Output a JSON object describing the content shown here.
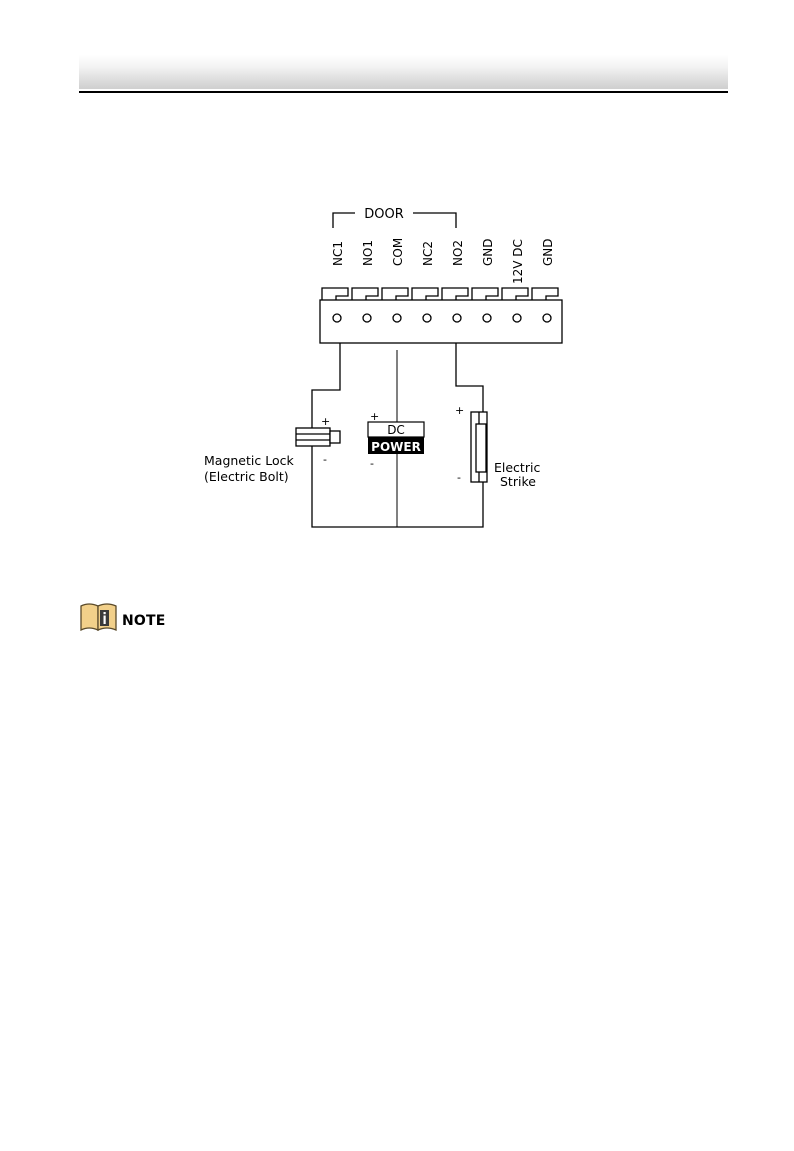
{
  "header": {
    "title": ""
  },
  "diagram": {
    "group_label": "DOOR",
    "terminals": [
      "NC1",
      "NO1",
      "COM",
      "NC2",
      "NO2",
      "GND",
      "12V DC",
      "GND"
    ],
    "dc_label": "DC",
    "power_label": "POWER",
    "plus": "+",
    "minus": "-",
    "magnetic_lock_line1": "Magnetic Lock",
    "magnetic_lock_line2": "(Electric Bolt)",
    "electric_strike_line1": "Electric",
    "electric_strike_line2": "Strike"
  },
  "note": {
    "label": "NOTE",
    "icon": "note-info-icon"
  }
}
